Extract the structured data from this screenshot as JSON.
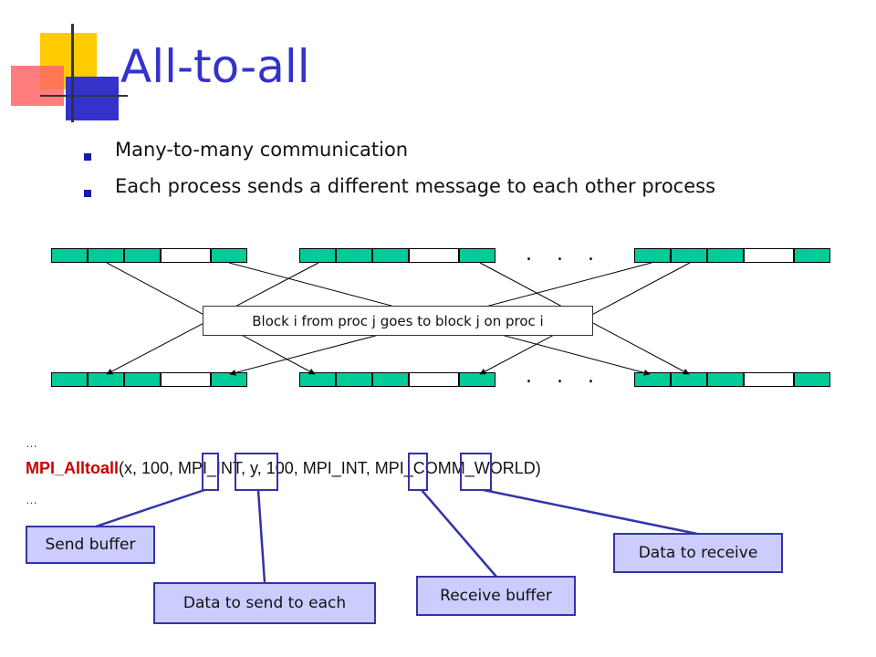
{
  "slide": {
    "title": "All-to-all",
    "bullets": [
      "Many-to-many communication",
      "Each process sends a different message to each other process"
    ]
  },
  "diagram": {
    "ellipsis": ". . .",
    "block_caption": "Block i from proc j goes to block j on proc i",
    "colors": {
      "block_fill": "#00cc99",
      "callout_fill": "#ccccff",
      "callout_border": "#3333aa",
      "title": "#3333cc",
      "function": "#cc0000"
    }
  },
  "code": {
    "ellipsis_before": "…",
    "function_name": "MPI_Alltoall",
    "arguments": "(x, 100, MPI_INT, y, 100, MPI_INT, MPI_COMM_WORLD)",
    "ellipsis_after": "…"
  },
  "callouts": {
    "send_buffer": "Send buffer",
    "data_to_send": "Data to send to each",
    "receive_buffer": "Receive buffer",
    "data_to_receive": "Data to receive"
  }
}
